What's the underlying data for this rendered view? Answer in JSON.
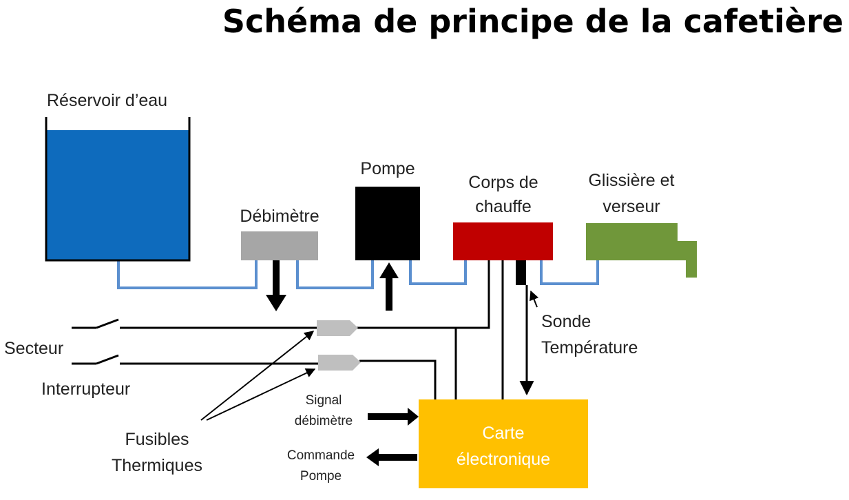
{
  "title": "Schéma de principe de la cafetière",
  "labels": {
    "reservoir": "Réservoir d’eau",
    "debimetre": "Débimètre",
    "pompe": "Pompe",
    "corps_line1": "Corps de",
    "corps_line2": "chauffe",
    "glissiere_line1": "Glissière et",
    "glissiere_line2": "verseur",
    "sonde_line1": "Sonde",
    "sonde_line2": "Température",
    "secteur": "Secteur",
    "interrupteur": "Interrupteur",
    "fusibles_line1": "Fusibles",
    "fusibles_line2": "Thermiques",
    "signal_line1": "Signal",
    "signal_line2": "débimètre",
    "commande_line1": "Commande",
    "commande_line2": "Pompe",
    "carte_line1": "Carte",
    "carte_line2": "électronique"
  },
  "colors": {
    "water": "#0e6bbd",
    "pipe": "#5b8fcf",
    "debimetre": "#a6a6a6",
    "pompe": "#000000",
    "corps": "#c00000",
    "glissiere": "#70973a",
    "carte": "#ffc000",
    "fuse": "#bfbfbf",
    "wire": "#000000"
  }
}
